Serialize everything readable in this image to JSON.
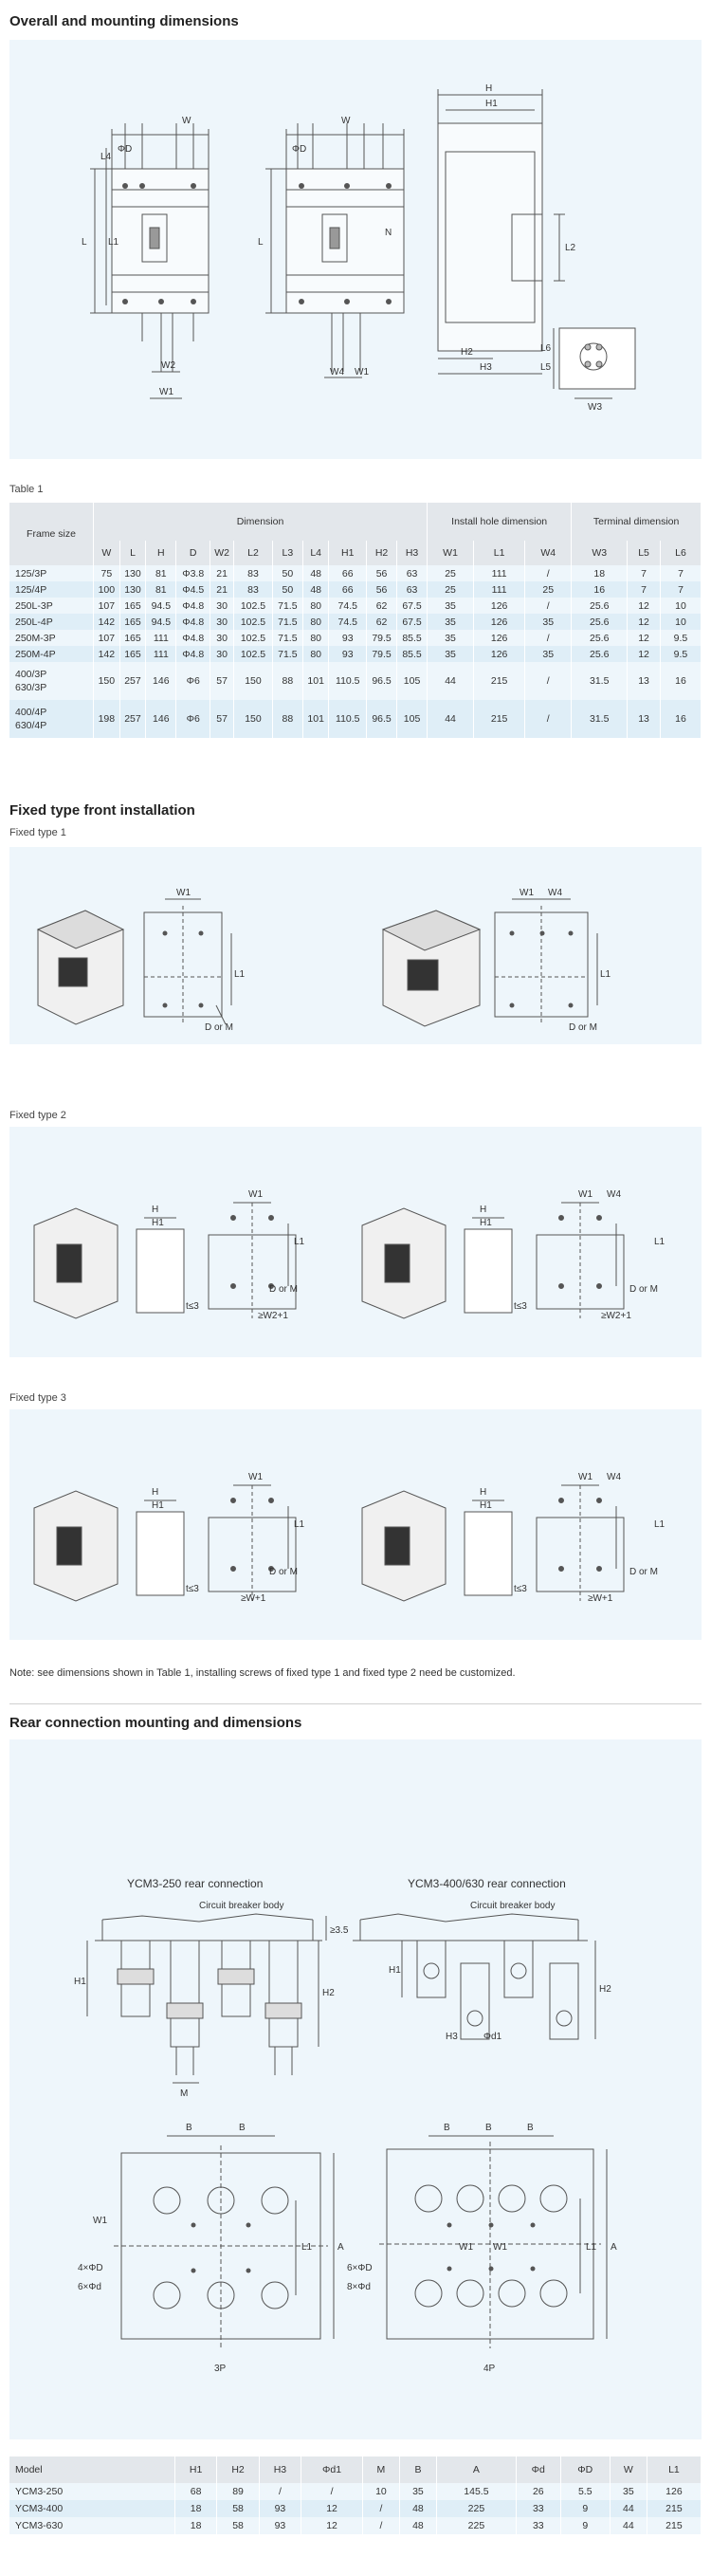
{
  "sections": {
    "overall_title": "Overall and mounting dimensions",
    "table1_caption": "Table 1",
    "fixed_title": "Fixed type front installation",
    "fixed1": "Fixed type 1",
    "fixed2": "Fixed type 2",
    "fixed3": "Fixed type 3",
    "note": "Note: see dimensions shown in Table 1, installing screws of fixed type 1 and fixed type 2 need be customized.",
    "rear_title": "Rear connection mounting and dimensions"
  },
  "diagram_labels": {
    "W": "W",
    "H": "H",
    "H1": "H1",
    "H2": "H2",
    "H3": "H3",
    "L": "L",
    "L1": "L1",
    "L2": "L2",
    "L4": "L4",
    "L5": "L5",
    "L6": "L6",
    "W1": "W1",
    "W2": "W2",
    "W3": "W3",
    "W4": "W4",
    "phiD": "ΦD",
    "N": "N",
    "DorM": "D or M",
    "ge_w2": "≥W2+1",
    "ge_w1": "≥W+1",
    "t3": "t≤3",
    "b": "B",
    "a": "A",
    "m": "M",
    "phid1": "Φd1",
    "ge35": "≥3.5",
    "four_phiD": "4×ΦD",
    "six_phid": "6×Φd",
    "six_phiD": "6×ΦD",
    "eight_phid": "8×Φd",
    "cb_body": "Circuit breaker body",
    "rear250": "YCM3-250 rear connection",
    "rear400": "YCM3-400/630 rear connection",
    "p3": "3P",
    "p4": "4P"
  },
  "table1": {
    "frame_size": "Frame size",
    "dimension": "Dimension",
    "install_hole": "Install hole dimension",
    "terminal": "Terminal dimension",
    "columns": [
      "W",
      "L",
      "H",
      "D",
      "W2",
      "L2",
      "L3",
      "L4",
      "H1",
      "H2",
      "H3",
      "W1",
      "L1",
      "W4",
      "W3",
      "L5",
      "L6"
    ],
    "rows": [
      {
        "frame": "125/3P",
        "v": [
          "75",
          "130",
          "81",
          "Φ3.8",
          "21",
          "83",
          "50",
          "48",
          "66",
          "56",
          "63",
          "25",
          "111",
          "/",
          "18",
          "7",
          "7"
        ]
      },
      {
        "frame": "125/4P",
        "v": [
          "100",
          "130",
          "81",
          "Φ4.5",
          "21",
          "83",
          "50",
          "48",
          "66",
          "56",
          "63",
          "25",
          "111",
          "25",
          "16",
          "7",
          "7"
        ]
      },
      {
        "frame": "250L-3P",
        "v": [
          "107",
          "165",
          "94.5",
          "Φ4.8",
          "30",
          "102.5",
          "71.5",
          "80",
          "74.5",
          "62",
          "67.5",
          "35",
          "126",
          "/",
          "25.6",
          "12",
          "10"
        ]
      },
      {
        "frame": "250L-4P",
        "v": [
          "142",
          "165",
          "94.5",
          "Φ4.8",
          "30",
          "102.5",
          "71.5",
          "80",
          "74.5",
          "62",
          "67.5",
          "35",
          "126",
          "35",
          "25.6",
          "12",
          "10"
        ]
      },
      {
        "frame": "250M-3P",
        "v": [
          "107",
          "165",
          "111",
          "Φ4.8",
          "30",
          "102.5",
          "71.5",
          "80",
          "93",
          "79.5",
          "85.5",
          "35",
          "126",
          "/",
          "25.6",
          "12",
          "9.5"
        ]
      },
      {
        "frame": "250M-4P",
        "v": [
          "142",
          "165",
          "111",
          "Φ4.8",
          "30",
          "102.5",
          "71.5",
          "80",
          "93",
          "79.5",
          "85.5",
          "35",
          "126",
          "35",
          "25.6",
          "12",
          "9.5"
        ]
      },
      {
        "frame": "400/3P",
        "frame2": "630/3P",
        "v": [
          "150",
          "257",
          "146",
          "Φ6",
          "57",
          "150",
          "88",
          "101",
          "110.5",
          "96.5",
          "105",
          "44",
          "215",
          "/",
          "31.5",
          "13",
          "16"
        ]
      },
      {
        "frame": "400/4P",
        "frame2": "630/4P",
        "v": [
          "198",
          "257",
          "146",
          "Φ6",
          "57",
          "150",
          "88",
          "101",
          "110.5",
          "96.5",
          "105",
          "44",
          "215",
          "/",
          "31.5",
          "13",
          "16"
        ]
      }
    ]
  },
  "table2": {
    "columns": [
      "Model",
      "H1",
      "H2",
      "H3",
      "Φd1",
      "M",
      "B",
      "A",
      "Φd",
      "ΦD",
      "W",
      "L1"
    ],
    "rows": [
      [
        "YCM3-250",
        "68",
        "89",
        "/",
        "/",
        "10",
        "35",
        "145.5",
        "26",
        "5.5",
        "35",
        "126"
      ],
      [
        "YCM3-400",
        "18",
        "58",
        "93",
        "12",
        "/",
        "48",
        "225",
        "33",
        "9",
        "44",
        "215"
      ],
      [
        "YCM3-630",
        "18",
        "58",
        "93",
        "12",
        "/",
        "48",
        "225",
        "33",
        "9",
        "44",
        "215"
      ]
    ]
  }
}
